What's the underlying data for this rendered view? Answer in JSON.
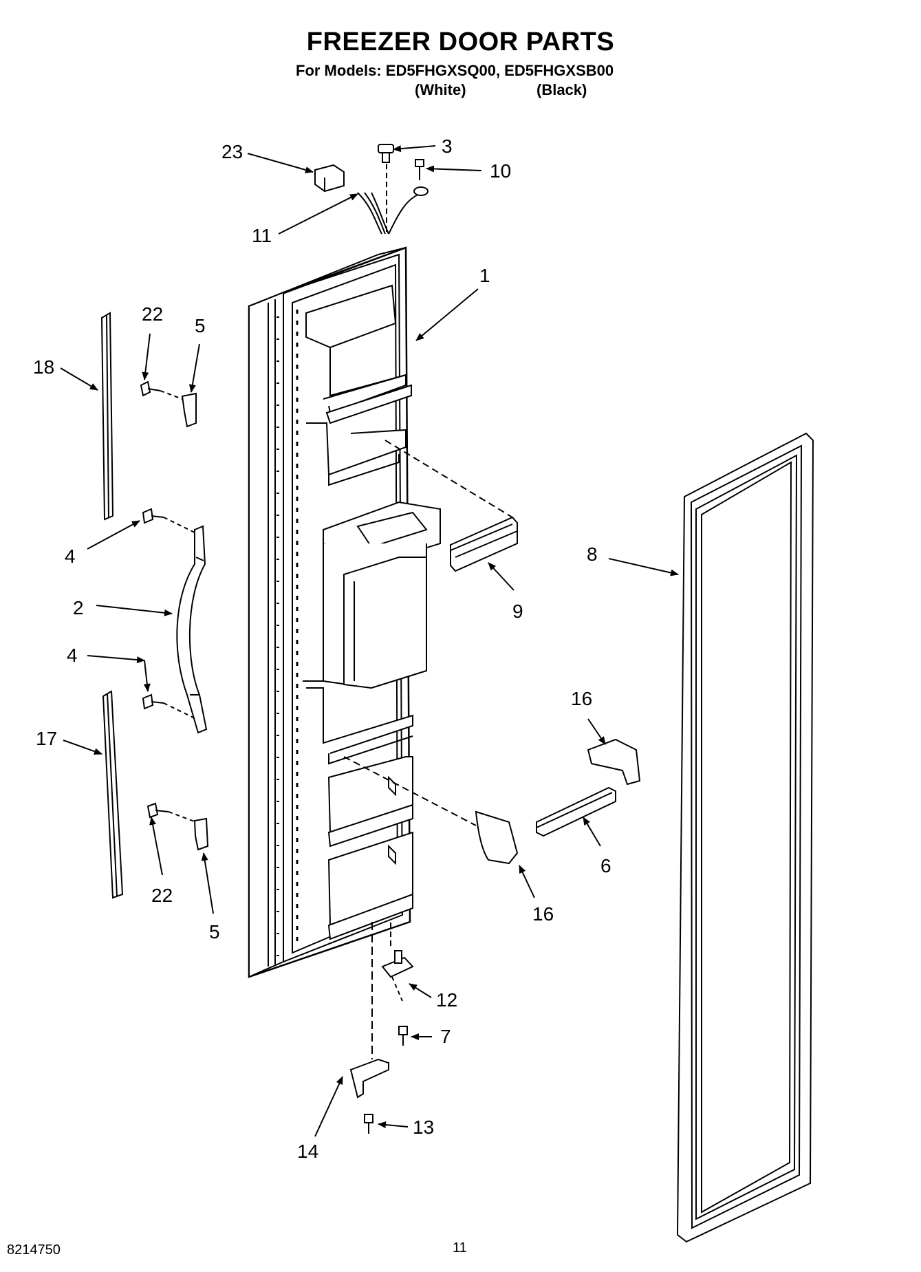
{
  "header": {
    "title": "FREEZER DOOR PARTS",
    "models_line": "For Models: ED5FHGXSQ00, ED5FHGXSB00",
    "variant_white": "(White)",
    "variant_black": "(Black)"
  },
  "callouts": [
    "23",
    "3",
    "10",
    "11",
    "1",
    "22",
    "5",
    "18",
    "4",
    "2",
    "4",
    "17",
    "22",
    "5",
    "9",
    "8",
    "16",
    "6",
    "16",
    "12",
    "7",
    "14",
    "13"
  ],
  "footer": {
    "doc_number": "8214750",
    "page_number": "11"
  }
}
